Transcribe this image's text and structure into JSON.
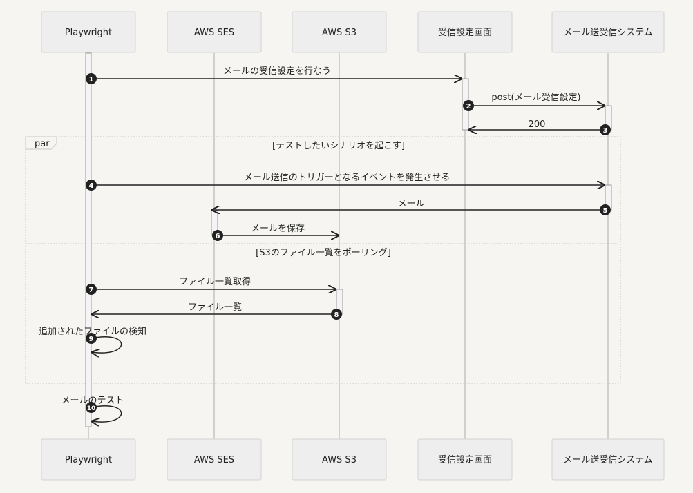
{
  "actors": [
    {
      "id": "pw",
      "label": "Playwright"
    },
    {
      "id": "ses",
      "label": "AWS SES"
    },
    {
      "id": "s3",
      "label": "AWS S3"
    },
    {
      "id": "ui",
      "label": "受信設定画面"
    },
    {
      "id": "mail",
      "label": "メール送受信システム"
    }
  ],
  "messages": [
    {
      "num": "1",
      "label": "メールの受信設定を行なう"
    },
    {
      "num": "2",
      "label": "post(メール受信設定)"
    },
    {
      "num": "3",
      "label": "200"
    },
    {
      "num": "4",
      "label": "メール送信のトリガーとなるイベントを発生させる"
    },
    {
      "num": "5",
      "label": "メール"
    },
    {
      "num": "6",
      "label": "メールを保存"
    },
    {
      "num": "7",
      "label": "ファイル一覧取得"
    },
    {
      "num": "8",
      "label": "ファイル一覧"
    },
    {
      "num": "9",
      "label": "追加されたファイルの検知"
    },
    {
      "num": "10",
      "label": "メールのテスト"
    }
  ],
  "par": {
    "keyword": "par",
    "section1": "[テストしたいシナリオを起こす]",
    "section2": "[S3のファイル一覧をポーリング]"
  }
}
